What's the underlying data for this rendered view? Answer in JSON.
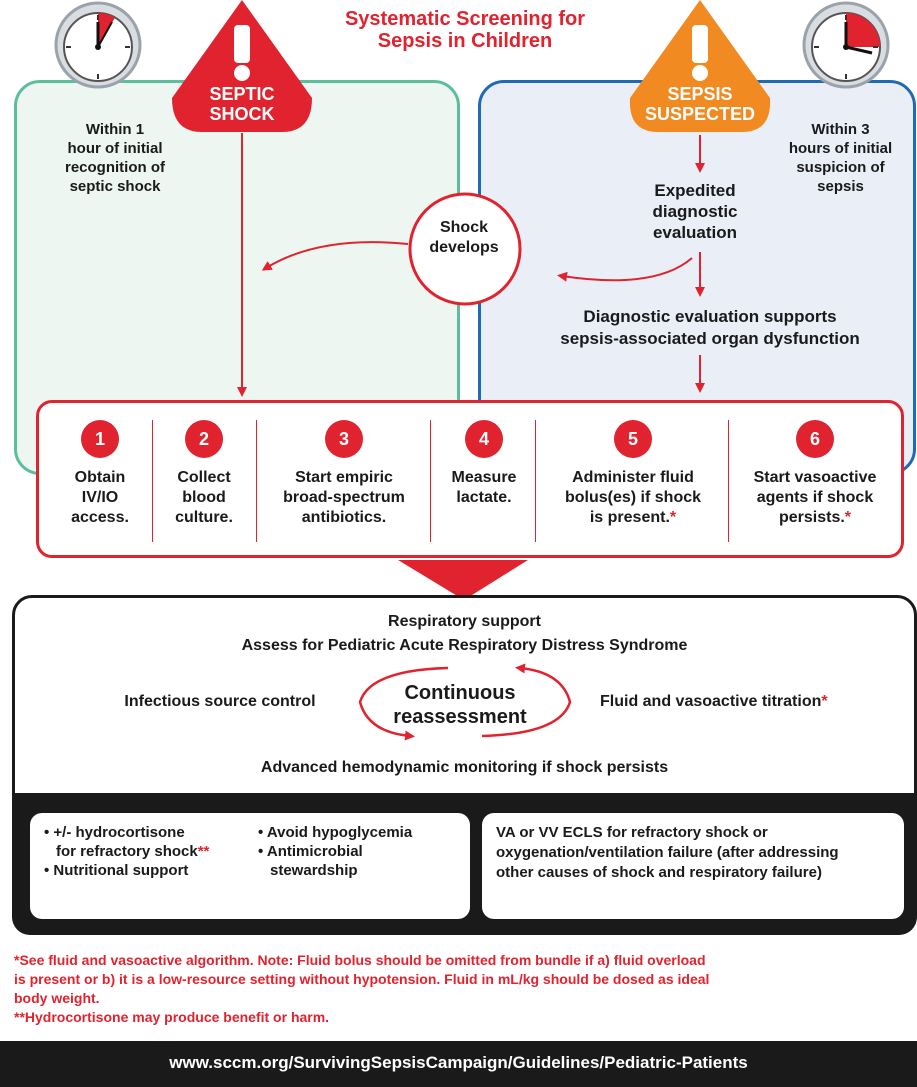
{
  "title": "Systematic Screening for\nSepsis in Children",
  "septic_shock": {
    "label": "SEPTIC\nSHOCK",
    "icon": "exclamation-icon",
    "color": "#e0232e"
  },
  "sepsis_suspected": {
    "label": "SEPSIS\nSUSPECTED",
    "icon": "exclamation-icon",
    "color": "#f18a21"
  },
  "left_clock_note": "Within 1\nhour of initial\nrecognition of\nseptic shock",
  "right_clock_note": "Within 3\nhours of initial\nsuspicion of\nsepsis",
  "expedited": "Expedited\ndiagnostic\nevaluation",
  "shock_develops": "Shock\ndevelops",
  "supports": "Diagnostic evaluation supports\nsepsis-associated organ dysfunction",
  "steps": [
    {
      "num": "1",
      "text": "Obtain\nIV/IO\naccess.",
      "star": ""
    },
    {
      "num": "2",
      "text": "Collect\nblood\nculture.",
      "star": ""
    },
    {
      "num": "3",
      "text": "Start empiric\nbroad-spectrum\nantibiotics.",
      "star": ""
    },
    {
      "num": "4",
      "text": "Measure\nlactate.",
      "star": ""
    },
    {
      "num": "5",
      "text": "Administer fluid\nbolus(es) if shock\nis present.",
      "star": "*"
    },
    {
      "num": "6",
      "text": "Start vasoactive\nagents if shock\npersists.",
      "star": "*"
    }
  ],
  "reassessment": {
    "respiratory": "Respiratory support",
    "pards": "Assess for Pediatric Acute Respiratory Distress Syndrome",
    "source_control": "Infectious source control",
    "center": "Continuous\nreassessment",
    "titration": "Fluid and vasoactive titration",
    "titration_star": "*",
    "monitoring": "Advanced hemodynamic monitoring if shock persists"
  },
  "bullets_left": [
    {
      "text": "• +/- hydrocortisone\nfor refractory shock",
      "star": "**"
    },
    {
      "text": "• Nutritional support",
      "star": ""
    }
  ],
  "bullets_mid": [
    {
      "text": "• Avoid hypoglycemia",
      "star": ""
    },
    {
      "text": "• Antimicrobial\nstewardship",
      "star": ""
    }
  ],
  "ecls": "VA or VV ECLS for refractory shock or\noxygenation/ventilation failure (after addressing\nother causes of shock and respiratory failure)",
  "note1": "*See fluid and vasoactive algorithm. Note: Fluid bolus should be omitted from bundle if a) fluid overload\n is present or b) it is a low-resource setting without hypotension. Fluid in mL/kg should be dosed as ideal\n body weight.",
  "note2": "**Hydrocortisone may produce benefit or harm.",
  "footer_url": "www.sccm.org/SurvivingSepsisCampaign/Guidelines/Pediatric-Patients",
  "colors": {
    "red": "#e0232e",
    "orange": "#f18a21",
    "green": "#5bbf9e",
    "blue": "#1e6ab5",
    "dark": "#1a1a1a"
  }
}
